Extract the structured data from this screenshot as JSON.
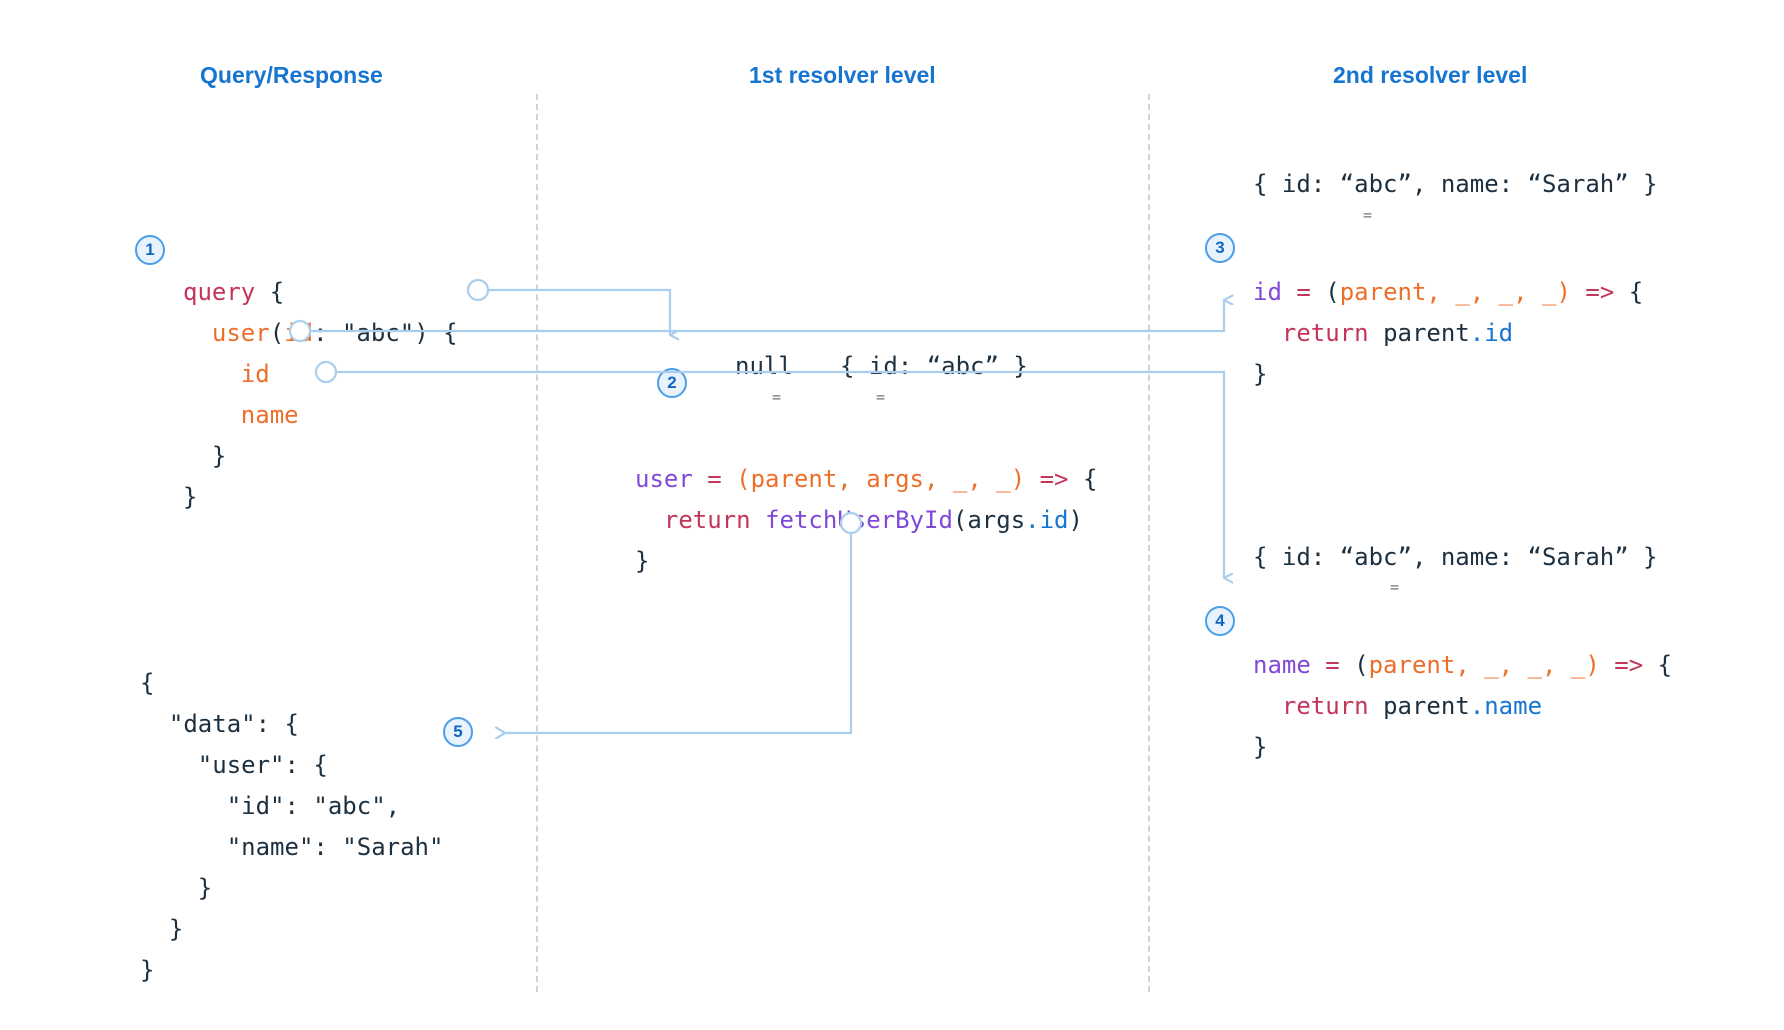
{
  "columns": {
    "query_response": "Query/Response",
    "first_resolver": "1st resolver level",
    "second_resolver": "2nd resolver level"
  },
  "badges": {
    "one": "1",
    "two": "2",
    "three": "3",
    "four": "4",
    "five": "5"
  },
  "query": {
    "line1_kw": "query",
    "line1_brace": " {",
    "line2_field": "user",
    "line2_paren_open": "(",
    "line2_arg": "id",
    "line2_colon": ": ",
    "line2_value": "\"abc\"",
    "line2_paren_close": ") {",
    "line3_field": "id",
    "line4_field": "name",
    "line5_brace": "}",
    "line6_brace": "}"
  },
  "response": {
    "line1": "{",
    "line2": "  \"data\": {",
    "line3": "    \"user\": {",
    "line4": "      \"id\": \"abc\",",
    "line5": "      \"name\": \"Sarah\"",
    "line6": "    }",
    "line7": "  }",
    "line8": "}"
  },
  "first_resolver": {
    "parent_value": "null",
    "args_value": "{ id: “abc” }",
    "eq_symbol": "=",
    "sig_name": "user",
    "sig_eq": " = ",
    "sig_params": "(parent, args, _, _)",
    "sig_param_parent": "parent",
    "sig_param_args": "args",
    "sig_param_u1": "_",
    "sig_param_u2": "_",
    "sig_arrow": " => ",
    "sig_brace": "{",
    "body_return": "return ",
    "body_fn": "fetchUserById",
    "body_args": "(args",
    "body_prop": ".id",
    "body_close": ")",
    "close_brace": "}"
  },
  "second_resolver": {
    "id_parent_value": "{ id: “abc”, name: “Sarah” }",
    "id_eq_symbol": "=",
    "id_sig_name": "id",
    "id_sig_eq": " = ",
    "id_sig_paren_open": "(",
    "id_sig_parent": "parent",
    "id_sig_rest": ", _, _, _)",
    "id_sig_arrow": " => ",
    "id_sig_brace": "{",
    "id_body_return": "return ",
    "id_body_obj": "parent",
    "id_body_prop": ".id",
    "id_close_brace": "}",
    "name_parent_value": "{ id: “abc”, name: “Sarah” }",
    "name_eq_symbol": "=",
    "name_sig_name": "name",
    "name_sig_eq": " = ",
    "name_sig_paren_open": "(",
    "name_sig_parent": "parent",
    "name_sig_rest": ", _, _, _)",
    "name_sig_arrow": " => ",
    "name_sig_brace": "{",
    "name_body_return": "return ",
    "name_body_obj": "parent",
    "name_body_prop": ".name",
    "name_close_brace": "}"
  },
  "colors": {
    "accent_blue": "#1675d1",
    "keyword_red": "#c3365a",
    "field_orange": "#ec6f2b",
    "function_purple": "#8149d6",
    "text_navy": "#1d3040",
    "wire_blue": "#aacfee",
    "divider_gray": "#cfd2d6",
    "badge_fill": "#e8f3fd",
    "badge_stroke": "#4a9ee8"
  }
}
